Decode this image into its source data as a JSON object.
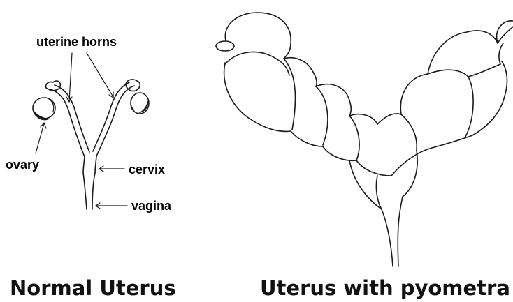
{
  "labels": {
    "uterine_horns": "uterine horns",
    "ovary": "ovary",
    "cervix": "cervix",
    "vagina": "vagina"
  },
  "captions": {
    "normal": "Normal Uterus",
    "pyometra": "Uterus with pyometra"
  },
  "colors": {
    "ink": "#1a1a1a",
    "background": "#ffffff"
  }
}
